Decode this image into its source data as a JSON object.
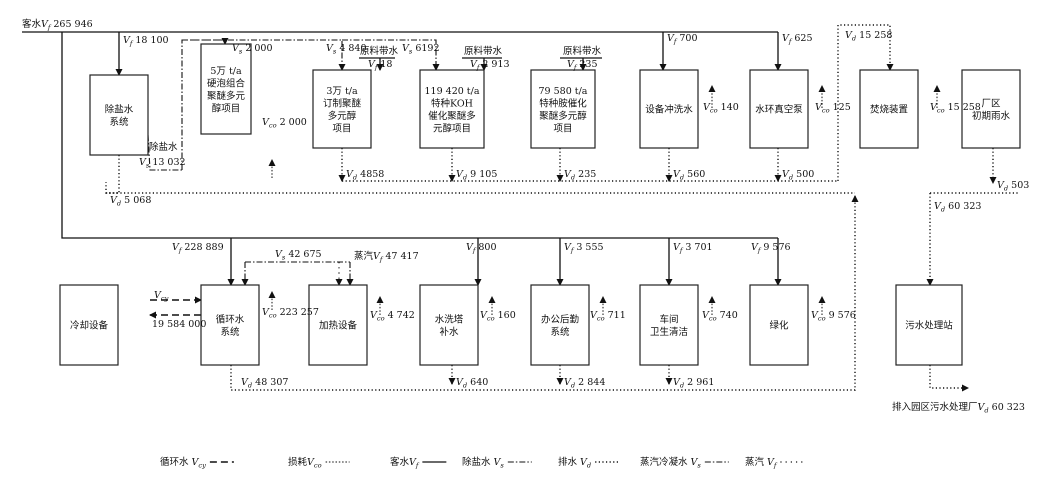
{
  "boxes": {
    "b1": [
      "除盐水",
      "系统"
    ],
    "b2": [
      "5万 t/a",
      "硬泡组合",
      "聚醚多元",
      "醇项目"
    ],
    "b3": [
      "3万 t/a",
      "订制聚醚",
      "多元醇",
      "项目"
    ],
    "b4": [
      "119 420 t/a",
      "特种KOH",
      "催化聚醚多",
      "元醇项目"
    ],
    "b5": [
      "79 580 t/a",
      "特种胺催化",
      "聚醚多元醇",
      "项目"
    ],
    "b6": [
      "设备冲洗水"
    ],
    "b7": [
      "水环真空泵"
    ],
    "b8": [
      "焚烧装置"
    ],
    "b9": [
      "厂区",
      "初期雨水"
    ],
    "b10": [
      "冷却设备"
    ],
    "b11": [
      "循环水",
      "系统"
    ],
    "b12": [
      "加热设备"
    ],
    "b13": [
      "水洗塔",
      "补水"
    ],
    "b14": [
      "办公后勤",
      "系统"
    ],
    "b15": [
      "车间",
      "卫生清洁"
    ],
    "b16": [
      "绿化"
    ],
    "b17": [
      "污水处理站"
    ]
  },
  "labels": {
    "source": "客水V_f 265 946",
    "vf1": "V_f 18 100",
    "vs_2000": "V_s 2 000",
    "vs_4840": "V_s 4 840",
    "vs_6192": "V_s 6192",
    "raw1": "原料带水",
    "vf_18": "V_f 18",
    "raw2": "原料带水",
    "vf_2913": "V_f 2 913",
    "raw3": "原料带水",
    "vf_235": "V_f 235",
    "vf_700": "V_f 700",
    "vf_625": "V_f 625",
    "vd_15258": "V_d 15 258",
    "loss_b2": "V_co 2 000",
    "loss_b6": "V_co 140",
    "loss_b7": "V_co 125",
    "loss_b8": "V_co 15 258",
    "desalt_label": "除盐水",
    "desalt_val": "V_s 13 032",
    "vd_4858": "V_d 4858",
    "vd_9105": "V_d 9 105",
    "vd_235": "V_d 235",
    "vd_560": "V_d 560",
    "vd_500": "V_d 500",
    "vd_503": "V_d 503",
    "vd_5068": "V_d 5 068",
    "vd_60323": "V_d 60 323",
    "vf_228889": "V_f 228 889",
    "vs_42675": "V_s 42 675",
    "steam": "蒸汽V_f 47 417",
    "vf_800": "V_f 800",
    "vf_3555": "V_f 3 555",
    "vf_3701": "V_f 3 701",
    "vf_9576": "V_f 9 576",
    "vcy": "V_cy",
    "vcy_val": "19 584 000",
    "loss_b11": "V_co 223 257",
    "loss_b12": "V_co 4 742",
    "loss_b13": "V_co 160",
    "loss_b14": "V_co 711",
    "loss_b15": "V_co 740",
    "loss_b16": "V_co 9 576",
    "vd_48307": "V_d 48 307",
    "vd_640": "V_d 640",
    "vd_2844": "V_d 2 844",
    "vd_2961": "V_d 2 961",
    "outlet": "排入园区污水处理厂V_d 60 323"
  },
  "legend": [
    {
      "text": "循环水 V_cy",
      "style": "dash"
    },
    {
      "text": "损耗V_co",
      "style": "loss"
    },
    {
      "text": "客水V_f",
      "style": "solid"
    },
    {
      "text": "除盐水 V_s",
      "style": "dashdot"
    },
    {
      "text": "排水 V_d",
      "style": "dot"
    },
    {
      "text": "蒸汽冷凝水 V_s",
      "style": "dashdot"
    },
    {
      "text": "蒸汽 V_f",
      "style": "sparse"
    }
  ]
}
